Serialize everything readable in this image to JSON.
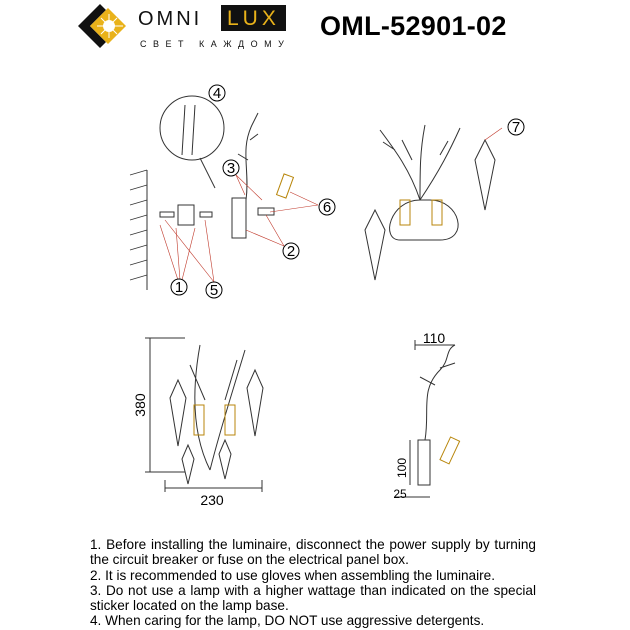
{
  "brand": {
    "name_part1": "OMNI",
    "name_part2": "LUX",
    "tagline": "СВЕТ КАЖДОМУ",
    "colors": {
      "accent": "#e9b21a",
      "dark": "#111111"
    }
  },
  "title": "OML-52901-02",
  "callouts": [
    "1",
    "2",
    "3",
    "4",
    "5",
    "6",
    "7"
  ],
  "dimensions": {
    "height": "380",
    "width": "230",
    "depth": "110",
    "mount_height": "100",
    "base": "25"
  },
  "notes": [
    "1. Before installing the luminaire, disconnect the power supply by turning the circuit breaker or fuse on the electrical panel box.",
    "2. It is recommended to use gloves when assembling the luminaire.",
    "3. Do not use a lamp with a higher wattage than indicated on the special sticker located on the lamp base.",
    "4. When caring for the lamp, DO NOT use aggressive detergents."
  ]
}
